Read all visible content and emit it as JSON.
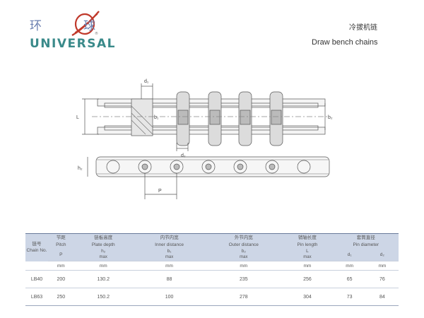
{
  "brand": {
    "cn_left": "环",
    "cn_right": "球",
    "en": "UNIVERSAL",
    "swoosh_color": "#c0392b",
    "text_color": "#6a7fb0",
    "en_color": "#3a8a8a"
  },
  "title": {
    "cn": "冷拔机链",
    "en": "Draw bench chains"
  },
  "drawing": {
    "labels": {
      "d1": "d₁",
      "d2": "d₂",
      "L": "L",
      "b2": "b₂",
      "b1": "b₁",
      "h2": "h₂",
      "P": "P"
    }
  },
  "table": {
    "header_cn": [
      "链号",
      "节距",
      "链板高度",
      "内节内宽",
      "外节内宽",
      "销轴长度",
      "套筒直径"
    ],
    "header_en": [
      "Chain No.",
      "Pitch",
      "Plate depth",
      "Inner distance",
      "Outer distance",
      "Pin length",
      "Pin diameter"
    ],
    "symbols": [
      "P",
      "h₂",
      "b₁",
      "b₂",
      "L",
      "d₁",
      "d₂"
    ],
    "limits": [
      "",
      "max",
      "max",
      "max",
      "max",
      "",
      ""
    ],
    "units": [
      "mm",
      "mm",
      "mm",
      "mm",
      "mm",
      "mm",
      "mm"
    ],
    "rows": [
      {
        "chain": "LB40",
        "values": [
          "200",
          "130.2",
          "88",
          "235",
          "256",
          "65",
          "76"
        ]
      },
      {
        "chain": "LB63",
        "values": [
          "250",
          "150.2",
          "100",
          "278",
          "304",
          "73",
          "84"
        ]
      }
    ]
  }
}
